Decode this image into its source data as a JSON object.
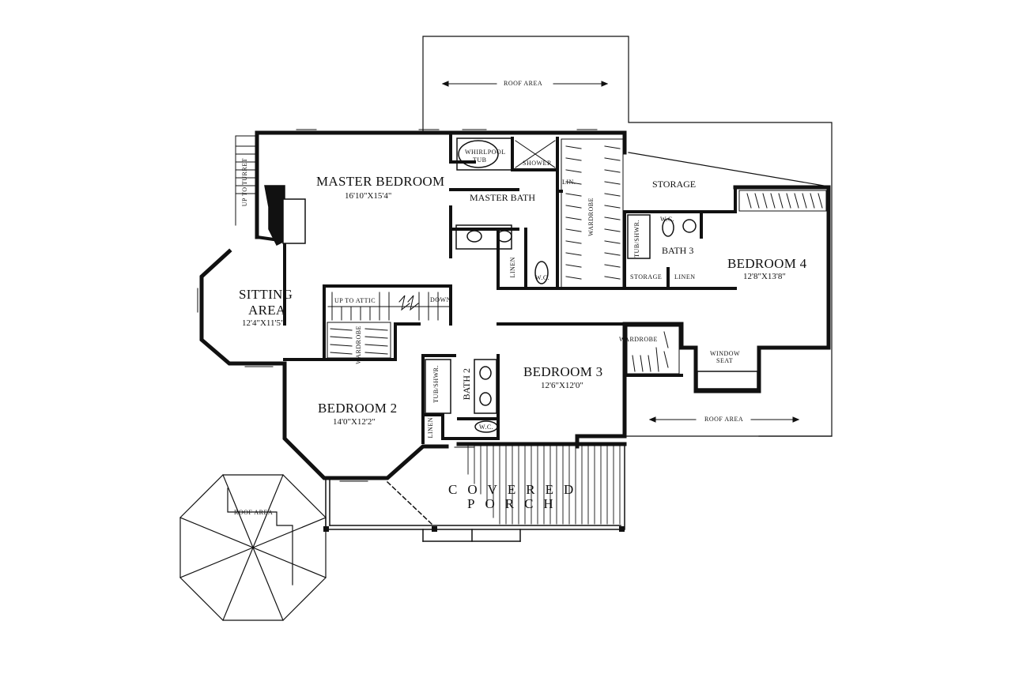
{
  "rooms": {
    "master_bedroom": {
      "name": "MASTER BEDROOM",
      "dim": "16'10\"X15'4\""
    },
    "master_bath": {
      "name": "MASTER BATH"
    },
    "storage": {
      "name": "STORAGE"
    },
    "bedroom4": {
      "name": "BEDROOM 4",
      "dim": "12'8\"X13'8\""
    },
    "bath3": {
      "name": "BATH 3"
    },
    "sitting_area": {
      "name_line1": "SITTING",
      "name_line2": "AREA",
      "dim": "12'4\"X11'5\""
    },
    "bedroom3": {
      "name": "BEDROOM 3",
      "dim": "12'6\"X12'0\""
    },
    "bedroom2": {
      "name": "BEDROOM 2",
      "dim": "14'0\"X12'2\""
    },
    "bath2": {
      "name": "BATH 2"
    },
    "covered_porch": {
      "line1": "COVERED",
      "line2": "PORCH"
    }
  },
  "fixtures": {
    "whirlpool_tub_line1": "WHIRLPOOL",
    "whirlpool_tub_line2": "TUB",
    "shower": "SHOWER",
    "lin": "LIN.",
    "linen": "LINEN",
    "wc": "W.C.",
    "tub_shwr": "TUB/SHWR.",
    "storage_small": "STORAGE",
    "wardrobe": "WARDROBE",
    "window_seat_line1": "WINDOW",
    "window_seat_line2": "SEAT"
  },
  "stairs": {
    "up_to_attic": "UP TO ATTIC",
    "down": "DOWN",
    "up_to_turret": "UP TO TURRET"
  },
  "roof_areas": {
    "top": "ROOF AREA",
    "right": "ROOF AREA",
    "turret": "ROOF AREA"
  }
}
